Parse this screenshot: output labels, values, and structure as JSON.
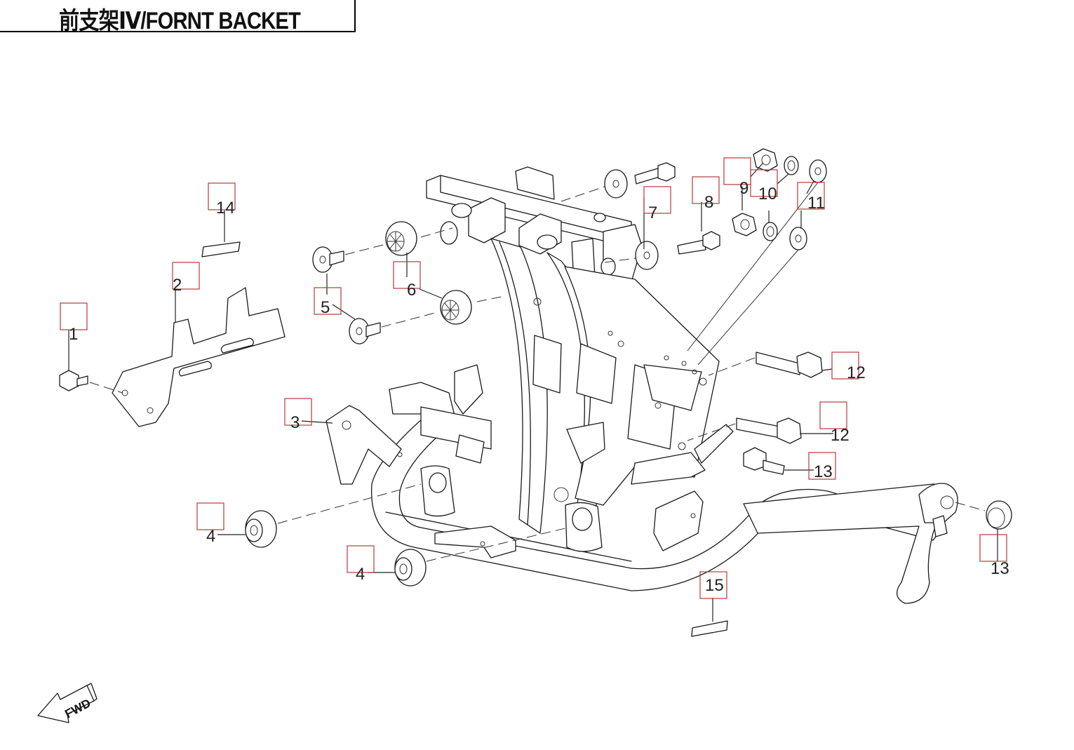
{
  "title": "前支架Ⅳ/FORNT BACKET",
  "fwd_label": "FWD",
  "callouts": [
    {
      "id": "c1",
      "label": "1"
    },
    {
      "id": "c2",
      "label": "2"
    },
    {
      "id": "c3",
      "label": "3"
    },
    {
      "id": "c4a",
      "label": "4"
    },
    {
      "id": "c4b",
      "label": "4"
    },
    {
      "id": "c5",
      "label": "5"
    },
    {
      "id": "c6",
      "label": "6"
    },
    {
      "id": "c7",
      "label": "7"
    },
    {
      "id": "c8",
      "label": "8"
    },
    {
      "id": "c9",
      "label": "9"
    },
    {
      "id": "c10",
      "label": "10"
    },
    {
      "id": "c11",
      "label": "11"
    },
    {
      "id": "c12a",
      "label": "12"
    },
    {
      "id": "c12b",
      "label": "12"
    },
    {
      "id": "c13a",
      "label": "13"
    },
    {
      "id": "c13b",
      "label": "13"
    },
    {
      "id": "c14",
      "label": "14"
    },
    {
      "id": "c15",
      "label": "15"
    }
  ]
}
